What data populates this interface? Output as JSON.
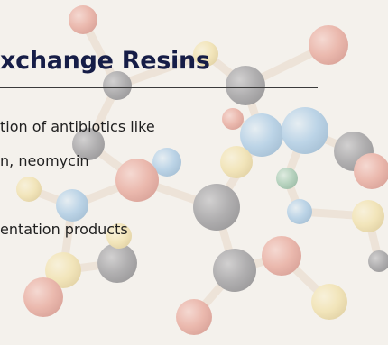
{
  "slide": {
    "title": "xchange Resins",
    "lines": [
      "tion of antibiotics like",
      "n, neomycin",
      "entation products"
    ]
  },
  "colors": {
    "title": "#161d47",
    "text": "#1f1f1f",
    "background": "#f4f1ec",
    "rule": "#3b3b3b",
    "atom_red": "#e07a6a",
    "atom_blue": "#7fb2db",
    "atom_yellow": "#f0d98a",
    "atom_dark": "#6d6d72",
    "atom_green": "#7eb493"
  },
  "icons": {
    "background": "molecule-model-icon"
  }
}
